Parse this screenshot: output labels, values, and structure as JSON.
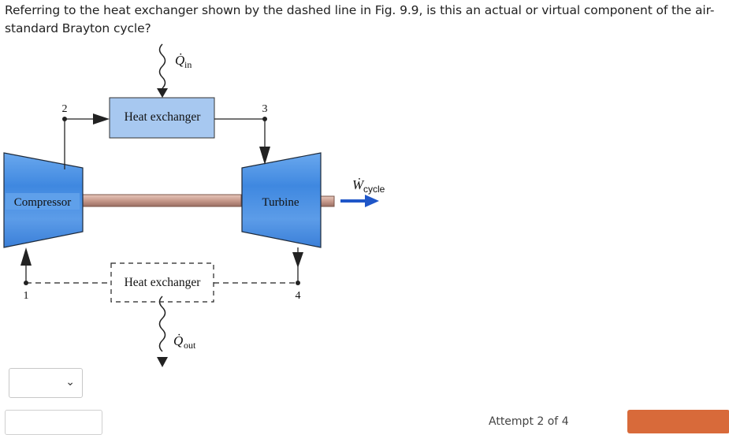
{
  "question": {
    "text": "Referring to the heat exchanger shown by the dashed line in Fig. 9.9, is this an actual or virtual component of the air-standard Brayton cycle?"
  },
  "diagram": {
    "heat_exchanger_top": "Heat exchanger",
    "heat_exchanger_bottom": "Heat exchanger",
    "compressor": "Compressor",
    "turbine": "Turbine",
    "q_in_symbol": "Q̇",
    "q_in_sub": "in",
    "q_out_symbol": "Q̇",
    "q_out_sub": "out",
    "w_symbol": "Ẇ",
    "w_sub": "cycle",
    "state_1": "1",
    "state_2": "2",
    "state_3": "3",
    "state_4": "4"
  },
  "colors": {
    "box_fill": "#a7c8f0",
    "machine_blue": "#3d86de",
    "shaft": "#c79a8c",
    "work_arrow": "#1f56c8"
  },
  "answer": {
    "select_value": "",
    "chevron_icon": "chevron-down-icon"
  },
  "footer": {
    "attempt_text": "Attempt 2 of 4"
  }
}
